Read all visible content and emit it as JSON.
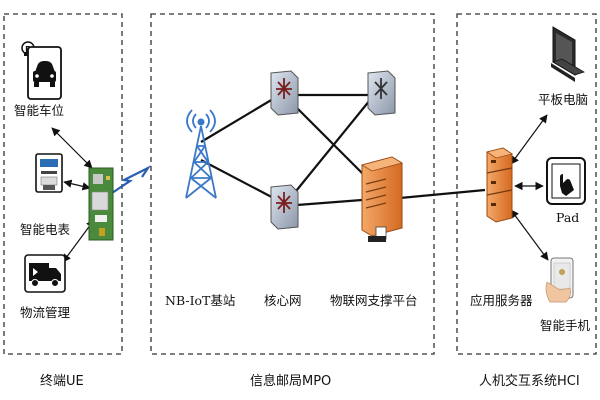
{
  "sections": {
    "ue": "终端UE",
    "mpo": "信息邮局MPO",
    "hci": "人机交互系统HCI"
  },
  "devices": {
    "smart_parking": "智能车位",
    "smart_meter": "智能电表",
    "logistics": "物流管理",
    "nbiot_station": "NB-IoT基站",
    "core_network": "核心网",
    "iot_platform": "物联网支撑平台",
    "app_server": "应用服务器",
    "tablet": "平板电脑",
    "pad": "Pad",
    "smartphone": "智能手机"
  },
  "icons": {
    "parking": "car-parking-icon",
    "meter": "electric-meter-icon",
    "truck": "delivery-truck-icon",
    "module": "nbiot-module-icon",
    "tower": "cell-tower-icon",
    "router": "router-icon",
    "server": "server-icon",
    "laptop": "laptop-icon",
    "tablet": "tablet-icon",
    "phone": "smartphone-icon"
  },
  "colors": {
    "server_orange": "#e8843a",
    "module_green": "#4a8a3c",
    "tower_blue": "#3a78c8",
    "line": "#111111",
    "border": "#333333"
  }
}
